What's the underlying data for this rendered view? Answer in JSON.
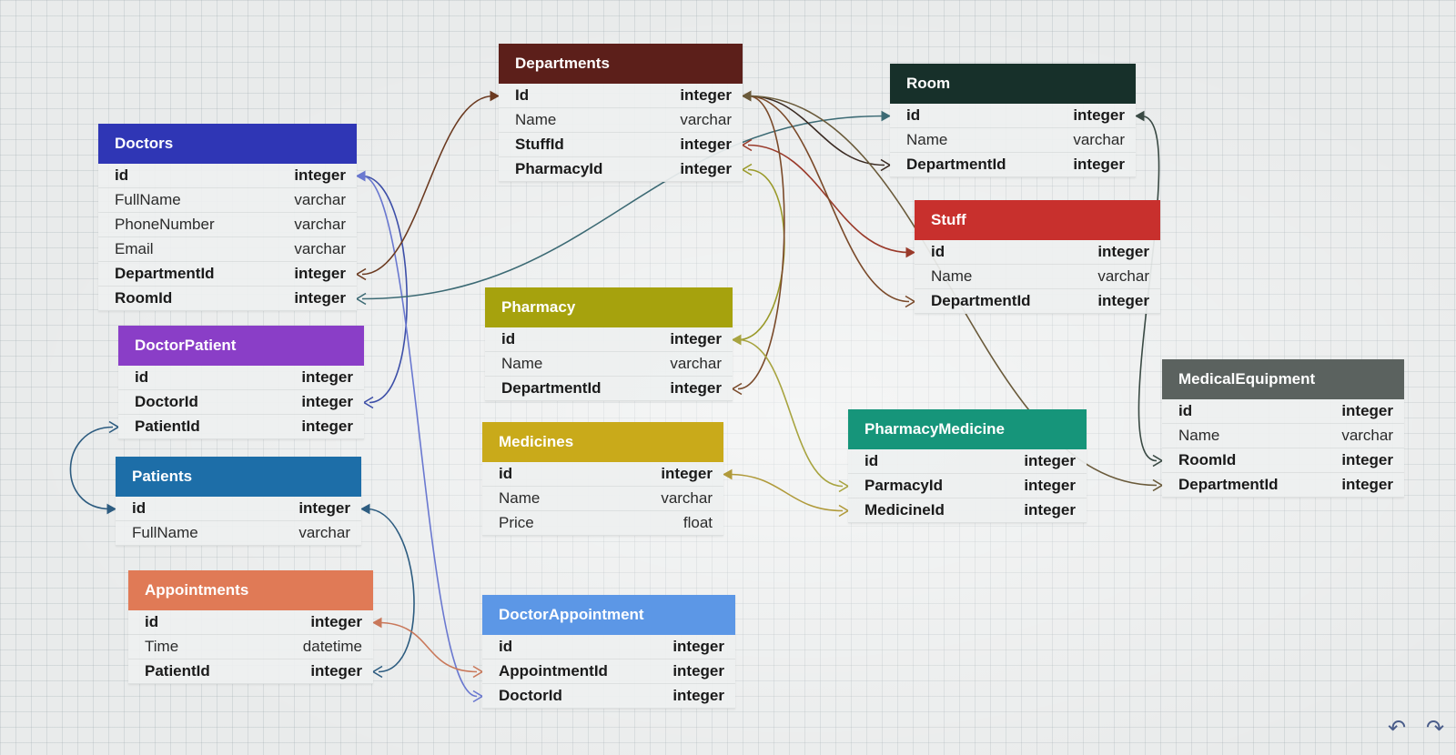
{
  "tables": [
    {
      "key": "doctors",
      "name": "Doctors",
      "color": "#2f36b5",
      "fields": [
        {
          "name": "id",
          "type": "integer",
          "bold": true
        },
        {
          "name": "FullName",
          "type": "varchar",
          "bold": false
        },
        {
          "name": "PhoneNumber",
          "type": "varchar",
          "bold": false
        },
        {
          "name": "Email",
          "type": "varchar",
          "bold": false
        },
        {
          "name": "DepartmentId",
          "type": "integer",
          "bold": true
        },
        {
          "name": "RoomId",
          "type": "integer",
          "bold": true
        }
      ]
    },
    {
      "key": "doctorpatient",
      "name": "DoctorPatient",
      "color": "#8a3ec7",
      "fields": [
        {
          "name": "id",
          "type": "integer",
          "bold": true
        },
        {
          "name": "DoctorId",
          "type": "integer",
          "bold": true
        },
        {
          "name": "PatientId",
          "type": "integer",
          "bold": true
        }
      ]
    },
    {
      "key": "patients",
      "name": "Patients",
      "color": "#1d6ea8",
      "fields": [
        {
          "name": "id",
          "type": "integer",
          "bold": true
        },
        {
          "name": "FullName",
          "type": "varchar",
          "bold": false
        }
      ]
    },
    {
      "key": "appointments",
      "name": "Appointments",
      "color": "#e07a56",
      "fields": [
        {
          "name": "id",
          "type": "integer",
          "bold": true
        },
        {
          "name": "Time",
          "type": "datetime",
          "bold": false
        },
        {
          "name": "PatientId",
          "type": "integer",
          "bold": true
        }
      ]
    },
    {
      "key": "departments",
      "name": "Departments",
      "color": "#5c1f1a",
      "fields": [
        {
          "name": "Id",
          "type": "integer",
          "bold": true
        },
        {
          "name": "Name",
          "type": "varchar",
          "bold": false
        },
        {
          "name": "StuffId",
          "type": "integer",
          "bold": true
        },
        {
          "name": "PharmacyId",
          "type": "integer",
          "bold": true
        }
      ]
    },
    {
      "key": "pharmacy",
      "name": "Pharmacy",
      "color": "#a6a20d",
      "fields": [
        {
          "name": "id",
          "type": "integer",
          "bold": true
        },
        {
          "name": "Name",
          "type": "varchar",
          "bold": false
        },
        {
          "name": "DepartmentId",
          "type": "integer",
          "bold": true
        }
      ]
    },
    {
      "key": "medicines",
      "name": "Medicines",
      "color": "#c9aa1a",
      "fields": [
        {
          "name": "id",
          "type": "integer",
          "bold": true
        },
        {
          "name": "Name",
          "type": "varchar",
          "bold": false
        },
        {
          "name": "Price",
          "type": "float",
          "bold": false
        }
      ]
    },
    {
      "key": "doctorappointment",
      "name": "DoctorAppointment",
      "color": "#5c97e6",
      "fields": [
        {
          "name": "id",
          "type": "integer",
          "bold": true
        },
        {
          "name": "AppointmentId",
          "type": "integer",
          "bold": true
        },
        {
          "name": "DoctorId",
          "type": "integer",
          "bold": true
        }
      ]
    },
    {
      "key": "room",
      "name": "Room",
      "color": "#17302a",
      "fields": [
        {
          "name": "id",
          "type": "integer",
          "bold": true
        },
        {
          "name": "Name",
          "type": "varchar",
          "bold": false
        },
        {
          "name": "DepartmentId",
          "type": "integer",
          "bold": true
        }
      ]
    },
    {
      "key": "stuff",
      "name": "Stuff",
      "color": "#c8302d",
      "fields": [
        {
          "name": "id",
          "type": "integer",
          "bold": true
        },
        {
          "name": "Name",
          "type": "varchar",
          "bold": false
        },
        {
          "name": "DepartmentId",
          "type": "integer",
          "bold": true
        }
      ]
    },
    {
      "key": "pharmacymedicine",
      "name": "PharmacyMedicine",
      "color": "#16957a",
      "fields": [
        {
          "name": "id",
          "type": "integer",
          "bold": true
        },
        {
          "name": "ParmacyId",
          "type": "integer",
          "bold": true
        },
        {
          "name": "MedicineId",
          "type": "integer",
          "bold": true
        }
      ]
    },
    {
      "key": "medicalequipment",
      "name": "MedicalEquipment",
      "color": "#5b625f",
      "fields": [
        {
          "name": "id",
          "type": "integer",
          "bold": true
        },
        {
          "name": "Name",
          "type": "varchar",
          "bold": false
        },
        {
          "name": "RoomId",
          "type": "integer",
          "bold": true
        },
        {
          "name": "DepartmentId",
          "type": "integer",
          "bold": true
        }
      ]
    }
  ],
  "relations": [
    {
      "from": "doctorpatient.DoctorId",
      "to": "doctors.id",
      "color": "#3d4fa8"
    },
    {
      "from": "doctorappointment.DoctorId",
      "to": "doctors.id",
      "color": "#6a78d0"
    },
    {
      "from": "doctorpatient.PatientId",
      "to": "patients.id",
      "color": "#2d5c80"
    },
    {
      "from": "appointments.PatientId",
      "to": "patients.id",
      "color": "#2d5c80"
    },
    {
      "from": "doctorappointment.AppointmentId",
      "to": "appointments.id",
      "color": "#c9785a"
    },
    {
      "from": "doctors.DepartmentId",
      "to": "departments.Id",
      "color": "#6b3a20"
    },
    {
      "from": "doctors.RoomId",
      "to": "room.id",
      "color": "#3c6a74"
    },
    {
      "from": "departments.PharmacyId",
      "to": "pharmacy.id",
      "color": "#9a9a2a"
    },
    {
      "from": "departments.StuffId",
      "to": "stuff.id",
      "color": "#9a3a2a"
    },
    {
      "from": "room.DepartmentId",
      "to": "departments.Id",
      "color": "#3a2a22"
    },
    {
      "from": "stuff.DepartmentId",
      "to": "departments.Id",
      "color": "#7a4a2a"
    },
    {
      "from": "pharmacy.DepartmentId",
      "to": "departments.Id",
      "color": "#7a4a2a"
    },
    {
      "from": "pharmacymedicine.ParmacyId",
      "to": "pharmacy.id",
      "color": "#a8a440"
    },
    {
      "from": "pharmacymedicine.MedicineId",
      "to": "medicines.id",
      "color": "#b09a3a"
    },
    {
      "from": "medicalequipment.RoomId",
      "to": "room.id",
      "color": "#3a4a44"
    },
    {
      "from": "medicalequipment.DepartmentId",
      "to": "departments.Id",
      "color": "#6a5a3a"
    }
  ],
  "controls": {
    "undo_icon": "undo-icon",
    "redo_icon": "redo-icon",
    "icon_color": "#4a5d8a"
  }
}
